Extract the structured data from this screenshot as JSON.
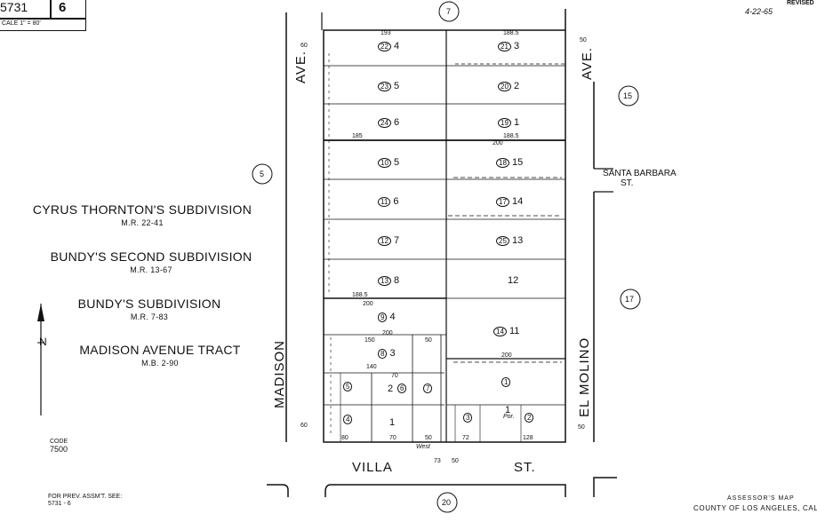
{
  "header": {
    "map_number": "5731",
    "page": "6",
    "scale": "CALE 1\" = 80'",
    "revised_label": "REVISED",
    "revised_date": "4-22-65"
  },
  "subdivisions": [
    {
      "name": "CYRUS THORNTON'S SUBDIVISION",
      "ref": "M.R. 22-41"
    },
    {
      "name": "BUNDY'S SECOND SUBDIVISION",
      "ref": "M.R. 13-67"
    },
    {
      "name": "BUNDY'S SUBDIVISION",
      "ref": "M.R. 7-83"
    },
    {
      "name": "MADISON AVENUE TRACT",
      "ref": "M.B. 2-90"
    }
  ],
  "streets": {
    "madison": "MADISON",
    "ave_left": "AVE.",
    "el_molino": "EL MOLINO",
    "ave_right": "AVE.",
    "santa_barbara": "SANTA BARBARA",
    "santa_barbara_st": "ST.",
    "villa": "VILLA",
    "villa_st": "ST."
  },
  "page_circles": [
    "7",
    "5",
    "15",
    "17",
    "20"
  ],
  "lots_left": [
    {
      "parcel": "22",
      "lot": "4"
    },
    {
      "parcel": "23",
      "lot": "5"
    },
    {
      "parcel": "24",
      "lot": "6"
    },
    {
      "parcel": "10",
      "lot": "5"
    },
    {
      "parcel": "11",
      "lot": "6"
    },
    {
      "parcel": "12",
      "lot": "7"
    },
    {
      "parcel": "13",
      "lot": "8"
    },
    {
      "parcel": "9",
      "lot": "4"
    },
    {
      "parcel": "8",
      "lot": "3"
    }
  ],
  "lots_right": [
    {
      "parcel": "21",
      "lot": "3"
    },
    {
      "parcel": "20",
      "lot": "2"
    },
    {
      "parcel": "19",
      "lot": "1"
    },
    {
      "parcel": "18",
      "lot": "15"
    },
    {
      "parcel": "17",
      "lot": "14"
    },
    {
      "parcel": "25",
      "lot": "13"
    },
    {
      "parcel": "",
      "lot": "12"
    },
    {
      "parcel": "14",
      "lot": "11"
    },
    {
      "parcel": "1",
      "lot": ""
    }
  ],
  "bottom_left": {
    "p5": "5",
    "lot2": "2",
    "p6": "6",
    "p7": "7",
    "p4": "4",
    "lot1": "1"
  },
  "bottom_right": {
    "lot1": "1",
    "p3": "3",
    "p2": "2",
    "por": "Por."
  },
  "dims": {
    "top_left": "193",
    "top_right": "188.5",
    "mid_185": "185",
    "mid_188": "188.5",
    "mid_200": "200",
    "lower_188": "188.5",
    "d200a": "200",
    "d200b": "200",
    "d150": "150",
    "d50": "50",
    "d140": "140",
    "d70": "70",
    "d200c": "200",
    "d80": "80",
    "d70b": "70",
    "d50b": "50",
    "d72": "72",
    "d128": "128",
    "d60": "60",
    "d50r": "50",
    "d50rb": "50",
    "west": "West",
    "d60b": "60",
    "d50c": "50",
    "d73": "73"
  },
  "north_label": "N",
  "code": {
    "label": "CODE",
    "value": "7500"
  },
  "prev_assmt": {
    "label": "FOR PREV. ASSM'T. SEE:",
    "value": "5731 - 6"
  },
  "footer": {
    "title": "ASSESSOR'S MAP",
    "county": "COUNTY OF LOS ANGELES, CALIF."
  }
}
